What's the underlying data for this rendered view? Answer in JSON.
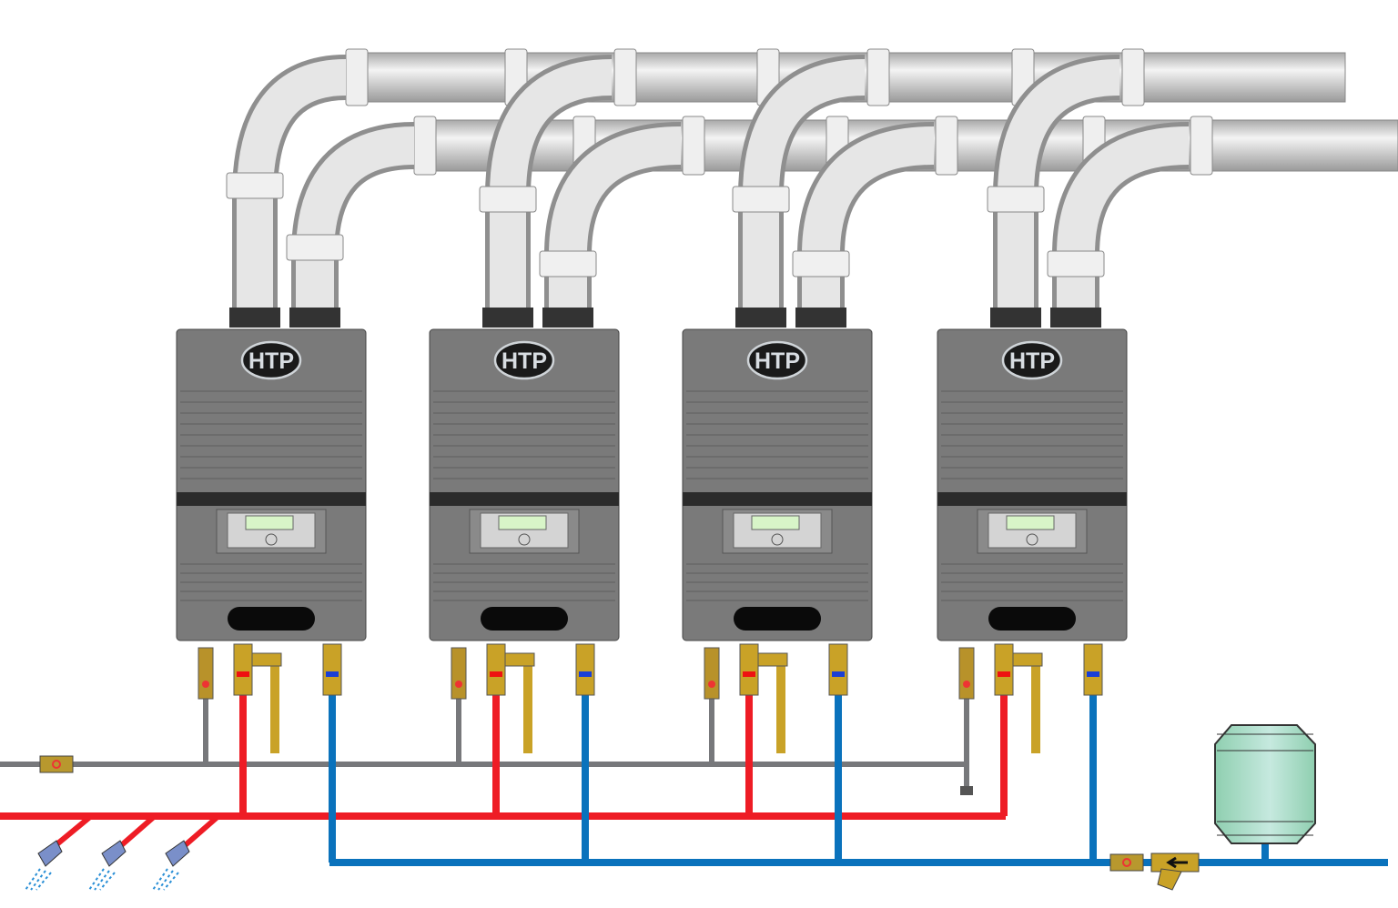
{
  "diagram": {
    "units": [
      {
        "logo": "HTP"
      },
      {
        "logo": "HTP"
      },
      {
        "logo": "HTP"
      },
      {
        "logo": "HTP"
      }
    ],
    "colors": {
      "vent_pipe": "#d9d9d9",
      "unit_body": "#7a7a7a",
      "cold_water": "#0a72bc",
      "hot_water": "#ee1c25",
      "recirculation": "#77787b",
      "gas": "#c9a227",
      "expansion_tank": "#9fd7bd",
      "display": "#d8f5c8"
    },
    "icons": [
      "shower-head-icon",
      "ball-valve-icon",
      "y-strainer-icon",
      "expansion-tank-icon"
    ]
  }
}
